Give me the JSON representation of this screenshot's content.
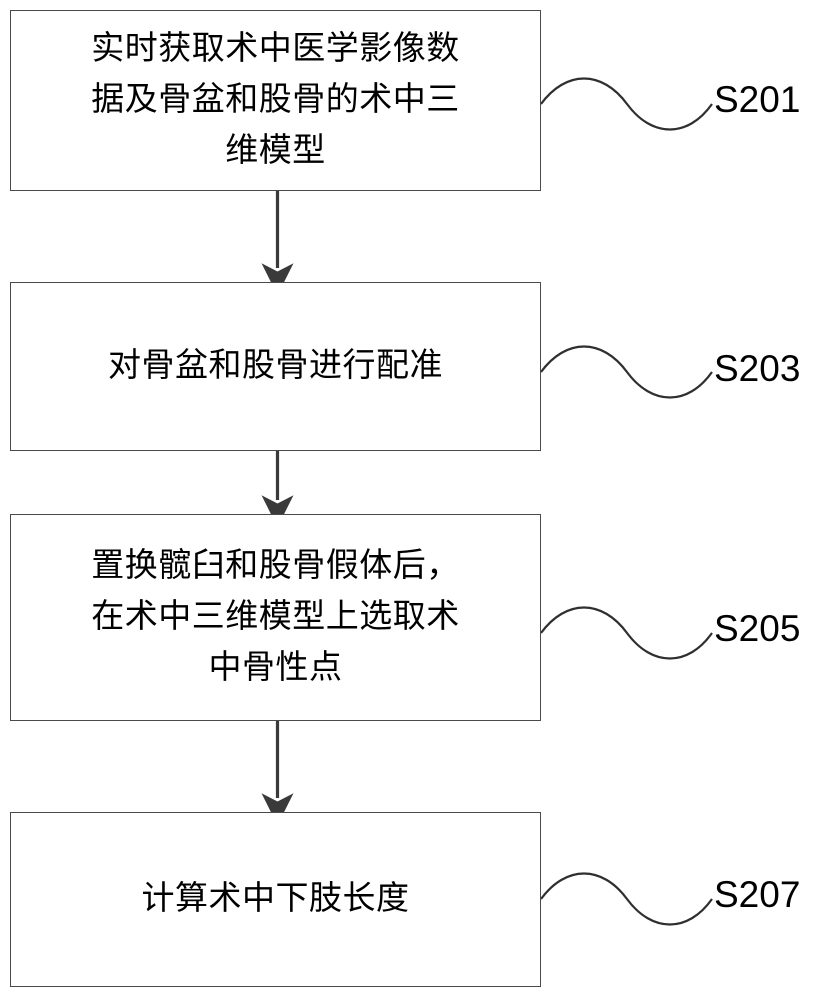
{
  "diagram": {
    "type": "flowchart",
    "title": "",
    "orientation": "vertical",
    "background_color": "#ffffff",
    "line_color": "#4a4a4a",
    "text_color": "#000000",
    "nodes": [
      {
        "id": "S201",
        "label": "S201",
        "text": "实时获取术中医学影像数据及骨盆和股骨的术中三维模型",
        "lines": "实时获取术中医学影像数\n据及骨盆和股骨的术中三\n维模型"
      },
      {
        "id": "S203",
        "label": "S203",
        "text": "对骨盆和股骨进行配准",
        "lines": "对骨盆和股骨进行配准"
      },
      {
        "id": "S205",
        "label": "S205",
        "text": "置换髋臼和股骨假体后，在术中三维模型上选取术中骨性点",
        "lines": "置换髋臼和股骨假体后，\n在术中三维模型上选取术\n中骨性点"
      },
      {
        "id": "S207",
        "label": "S207",
        "text": "计算术中下肢长度",
        "lines": "计算术中下肢长度"
      }
    ],
    "connectors": [
      {
        "from": "S201",
        "to": "S203",
        "style": "arrow-down"
      },
      {
        "from": "S203",
        "to": "S205",
        "style": "arrow-down"
      },
      {
        "from": "S205",
        "to": "S207",
        "style": "arrow-down"
      }
    ],
    "leader_lines": [
      {
        "for": "S201",
        "style": "s-curve"
      },
      {
        "for": "S203",
        "style": "s-curve"
      },
      {
        "for": "S205",
        "style": "s-curve"
      },
      {
        "for": "S207",
        "style": "s-curve"
      }
    ]
  }
}
